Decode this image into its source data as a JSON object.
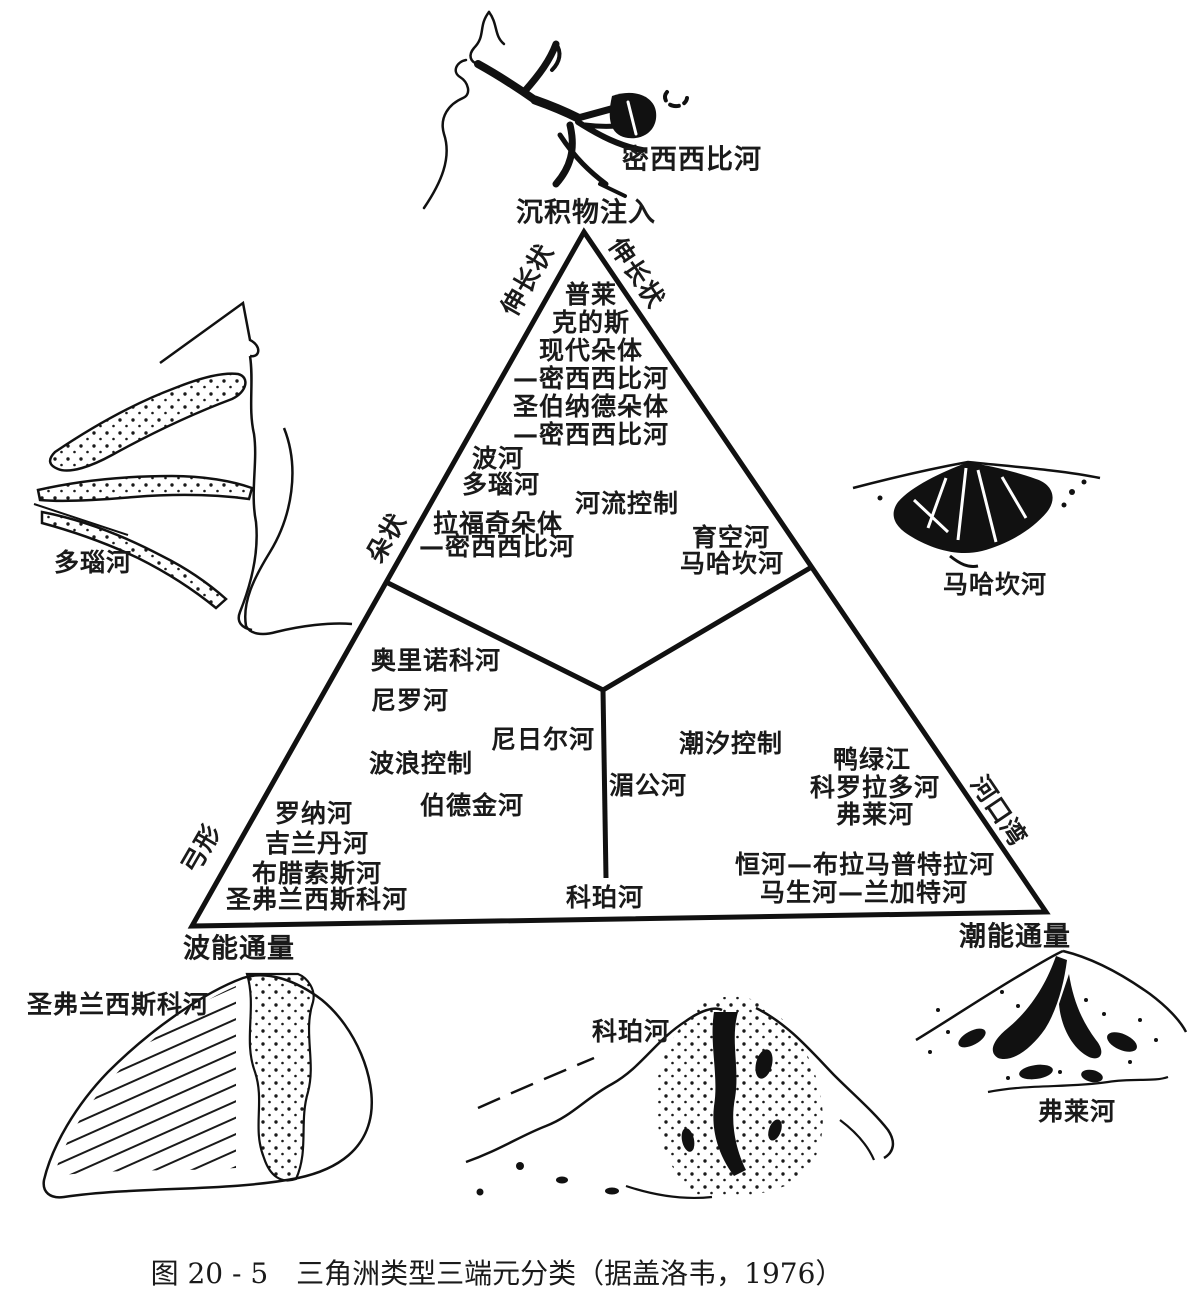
{
  "figure_caption": "图 20 - 5　三角洲类型三端元分类（据盖洛韦，1976）",
  "corners": {
    "apex": "沉积物注入",
    "bottom_left": "波能通量",
    "bottom_right": "潮能通量"
  },
  "edge_labels": {
    "elongate_left": "伸长状",
    "elongate_right": "伸长状",
    "lobate": "朵状",
    "arcuate": "弓形",
    "estuary": "河口湾"
  },
  "process_labels": {
    "river": "河流控制",
    "wave": "波浪控制",
    "tide": "潮汐控制"
  },
  "river_dominated": {
    "plaquemines_line1": "普莱",
    "plaquemines_line2": "克的斯",
    "plaquemines_line3": "现代朵体",
    "plaquemines_line4": "—密西西比河",
    "st_bernard_line1": "圣伯纳德朵体",
    "st_bernard_line2": "—密西西比河",
    "po": "波河",
    "danube": "多瑙河",
    "lafourche_line1": "拉福奇朵体",
    "lafourche_line2": "—密西西比河",
    "yukon": "育空河",
    "mahakam": "马哈坎河"
  },
  "wave_dominated": {
    "orinoco": "奥里诺科河",
    "nile": "尼罗河",
    "niger": "尼日尔河",
    "burdekin": "伯德金河",
    "rhone": "罗纳河",
    "kelantan": "吉兰丹河",
    "brazos": "布腊索斯河",
    "sao_francisco": "圣弗兰西斯科河"
  },
  "tide_dominated": {
    "mekong": "湄公河",
    "yalu": "鸭绿江",
    "colorado": "科罗拉多河",
    "fly": "弗莱河",
    "ganges_brahmaputra": "恒河—布拉马普特拉河",
    "masheng_langat": "马生河—兰加特河",
    "copper": "科珀河"
  },
  "sketch_labels": {
    "mississippi": "密西西比河",
    "danube": "多瑙河",
    "mahakam": "马哈坎河",
    "sao_francisco": "圣弗兰西斯科河",
    "copper": "科珀河",
    "fly": "弗莱河"
  }
}
